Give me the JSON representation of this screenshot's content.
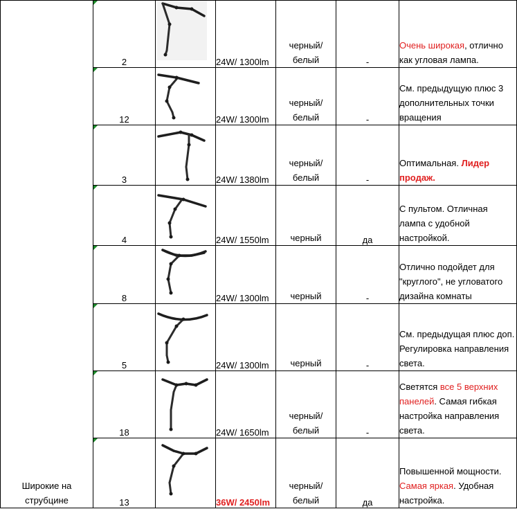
{
  "category": "Широкие на струбцине",
  "rows": [
    {
      "num": "2",
      "power": "24W/ 1300lm",
      "power_highlight": false,
      "color": "черный/ белый",
      "remote": "-",
      "note": [
        {
          "t": "Очень широкая",
          "s": "red"
        },
        {
          "t": ", отлично как угловая лампа.",
          "s": ""
        }
      ],
      "icon": "desk-lamp-straight-icon"
    },
    {
      "num": "12",
      "power": "24W/ 1300lm",
      "power_highlight": false,
      "color": "черный/ белый",
      "remote": "-",
      "note": [
        {
          "t": "См. предыдущую плюс 3 дополнительных точки вращения",
          "s": ""
        }
      ],
      "icon": "desk-lamp-multi-joint-icon"
    },
    {
      "num": "3",
      "power": "24W/ 1380lm",
      "power_highlight": false,
      "color": "черный/ белый",
      "remote": "-",
      "note": [
        {
          "t": "Оптимальная. ",
          "s": ""
        },
        {
          "t": "Лидер продаж.",
          "s": "redb"
        }
      ],
      "icon": "desk-lamp-t-shape-icon"
    },
    {
      "num": "4",
      "power": "24W/ 1550lm",
      "power_highlight": false,
      "color": "черный",
      "remote": "да",
      "note": [
        {
          "t": "С пультом. Отличная лампа с удобной настройкой.",
          "s": ""
        }
      ],
      "icon": "desk-lamp-long-bar-icon"
    },
    {
      "num": "8",
      "power": "24W/ 1300lm",
      "power_highlight": false,
      "color": "черный",
      "remote": "-",
      "note": [
        {
          "t": "Отлично подойдет для \"круглого\", не угловатого дизайна комнаты",
          "s": ""
        }
      ],
      "icon": "desk-lamp-curved-bar-icon"
    },
    {
      "num": "5",
      "power": "24W/ 1300lm",
      "power_highlight": false,
      "color": "черный",
      "remote": "-",
      "note": [
        {
          "t": "См. предыдущая плюс доп. Регулировка направления света.",
          "s": ""
        }
      ],
      "icon": "desk-lamp-curved-bar-adjustable-icon"
    },
    {
      "num": "18",
      "power": "24W/ 1650lm",
      "power_highlight": false,
      "color": "черный/ белый",
      "remote": "-",
      "note": [
        {
          "t": "Светятся ",
          "s": ""
        },
        {
          "t": "все 5 верхних панелей",
          "s": "red"
        },
        {
          "t": ". Самая гибкая настройка направления света.",
          "s": ""
        }
      ],
      "icon": "desk-lamp-five-panel-icon"
    },
    {
      "num": "13",
      "power": "36W/ 2450lm",
      "power_highlight": true,
      "color": "черный/ белый",
      "remote": "да",
      "note": [
        {
          "t": "Повышенной мощности. ",
          "s": ""
        },
        {
          "t": "Самая яркая",
          "s": "red"
        },
        {
          "t": ". Удобная настройка.",
          "s": ""
        }
      ],
      "icon": "desk-lamp-high-power-icon"
    }
  ]
}
